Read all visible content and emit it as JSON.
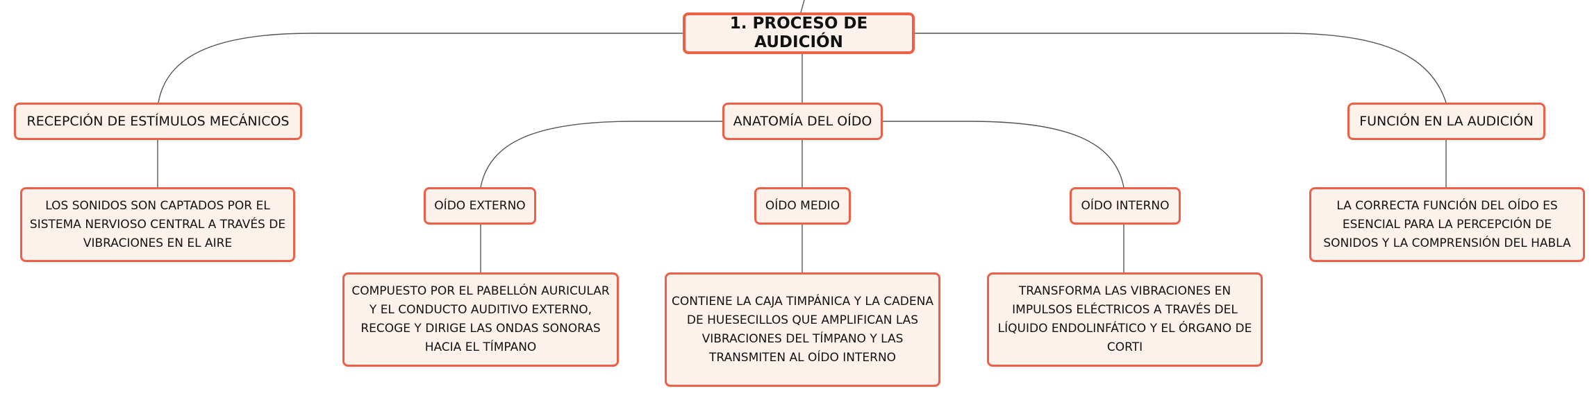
{
  "root": {
    "label": "1. PROCESO DE AUDICIÓN"
  },
  "branches": {
    "recepcion": {
      "label": "RECEPCIÓN DE ESTÍMULOS MECÁNICOS",
      "detail": "LOS SONIDOS SON CAPTADOS POR EL SISTEMA NERVIOSO CENTRAL A TRAVÉS DE VIBRACIONES EN EL AIRE"
    },
    "anatomia": {
      "label": "ANATOMÍA DEL OÍDO",
      "children": {
        "externo": {
          "label": "OÍDO EXTERNO",
          "detail": "COMPUESTO POR EL PABELLÓN AURICULAR Y EL CONDUCTO AUDITIVO EXTERNO, RECOGE Y DIRIGE LAS ONDAS SONORAS HACIA EL TÍMPANO"
        },
        "medio": {
          "label": "OÍDO MEDIO",
          "detail": "CONTIENE LA CAJA TIMPÁNICA Y LA CADENA DE HUESECILLOS QUE AMPLIFICAN LAS VIBRACIONES DEL TÍMPANO Y LAS TRANSMITEN AL OÍDO INTERNO"
        },
        "interno": {
          "label": "OÍDO INTERNO",
          "detail": "TRANSFORMA LAS VIBRACIONES EN IMPULSOS ELÉCTRICOS A TRAVÉS DEL LÍQUIDO ENDOLINFÁTICO Y EL ÓRGANO DE CORTI"
        }
      }
    },
    "funcion": {
      "label": "FUNCIÓN EN LA AUDICIÓN",
      "detail": "LA CORRECTA FUNCIÓN DEL OÍDO ES ESENCIAL PARA LA PERCEPCIÓN DE SONIDOS Y LA COMPRENSIÓN DEL HABLA"
    }
  },
  "colors": {
    "node_border": "#ec6047",
    "node_fill": "#fdf1ec",
    "connector": "#555555",
    "text": "#111111"
  }
}
